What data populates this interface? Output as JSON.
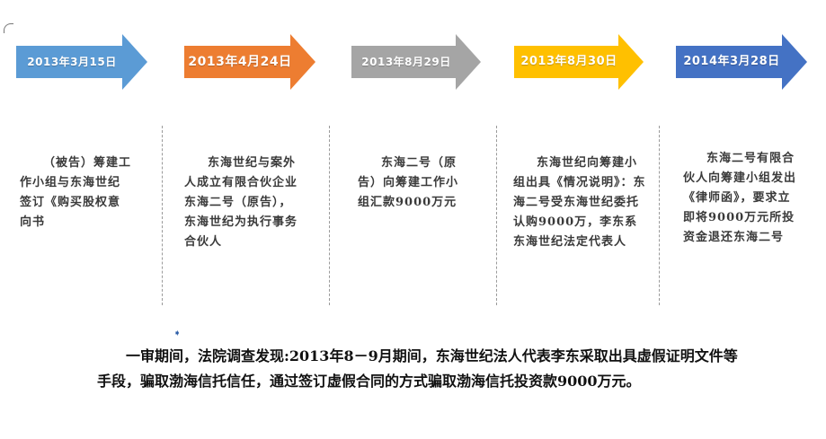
{
  "colors": {
    "arrow_1": "#5b9bd5",
    "arrow_2": "#ed7d31",
    "arrow_3": "#a5a5a5",
    "arrow_4": "#ffc000",
    "arrow_5": "#4472c4",
    "divider": "#9a9a9a"
  },
  "timeline": {
    "dates": [
      "2013年3月15日",
      "2013年4月24日",
      "2013年8月29日",
      "2013年8月30日",
      "2014年3月28日"
    ],
    "events": [
      "（被告）筹建工作小组与东海世纪签订《购买股权意向书",
      "东海世纪与案外人成立有限合伙企业东海二号（原告），东海世纪为执行事务合伙人",
      "东海二号（原告）向筹建工作小组汇款9000万元",
      "东海世纪向筹建小组出具《情况说明》：东海二号受东海世纪委托认购9000万，李东系东海世纪法定代表人",
      "东海二号有限合伙人向筹建小组发出《律师函》，要求立即将9000万元所投资金退还东海二号"
    ]
  },
  "summary": {
    "bullet": "➧",
    "text": "一审期间，法院调查发现:2013年8－9月期间，东海世纪法人代表李东采取出具虚假证明文件等手段，骗取渤海信托信任，通过签订虚假合同的方式骗取渤海信托投资款9000万元。"
  }
}
